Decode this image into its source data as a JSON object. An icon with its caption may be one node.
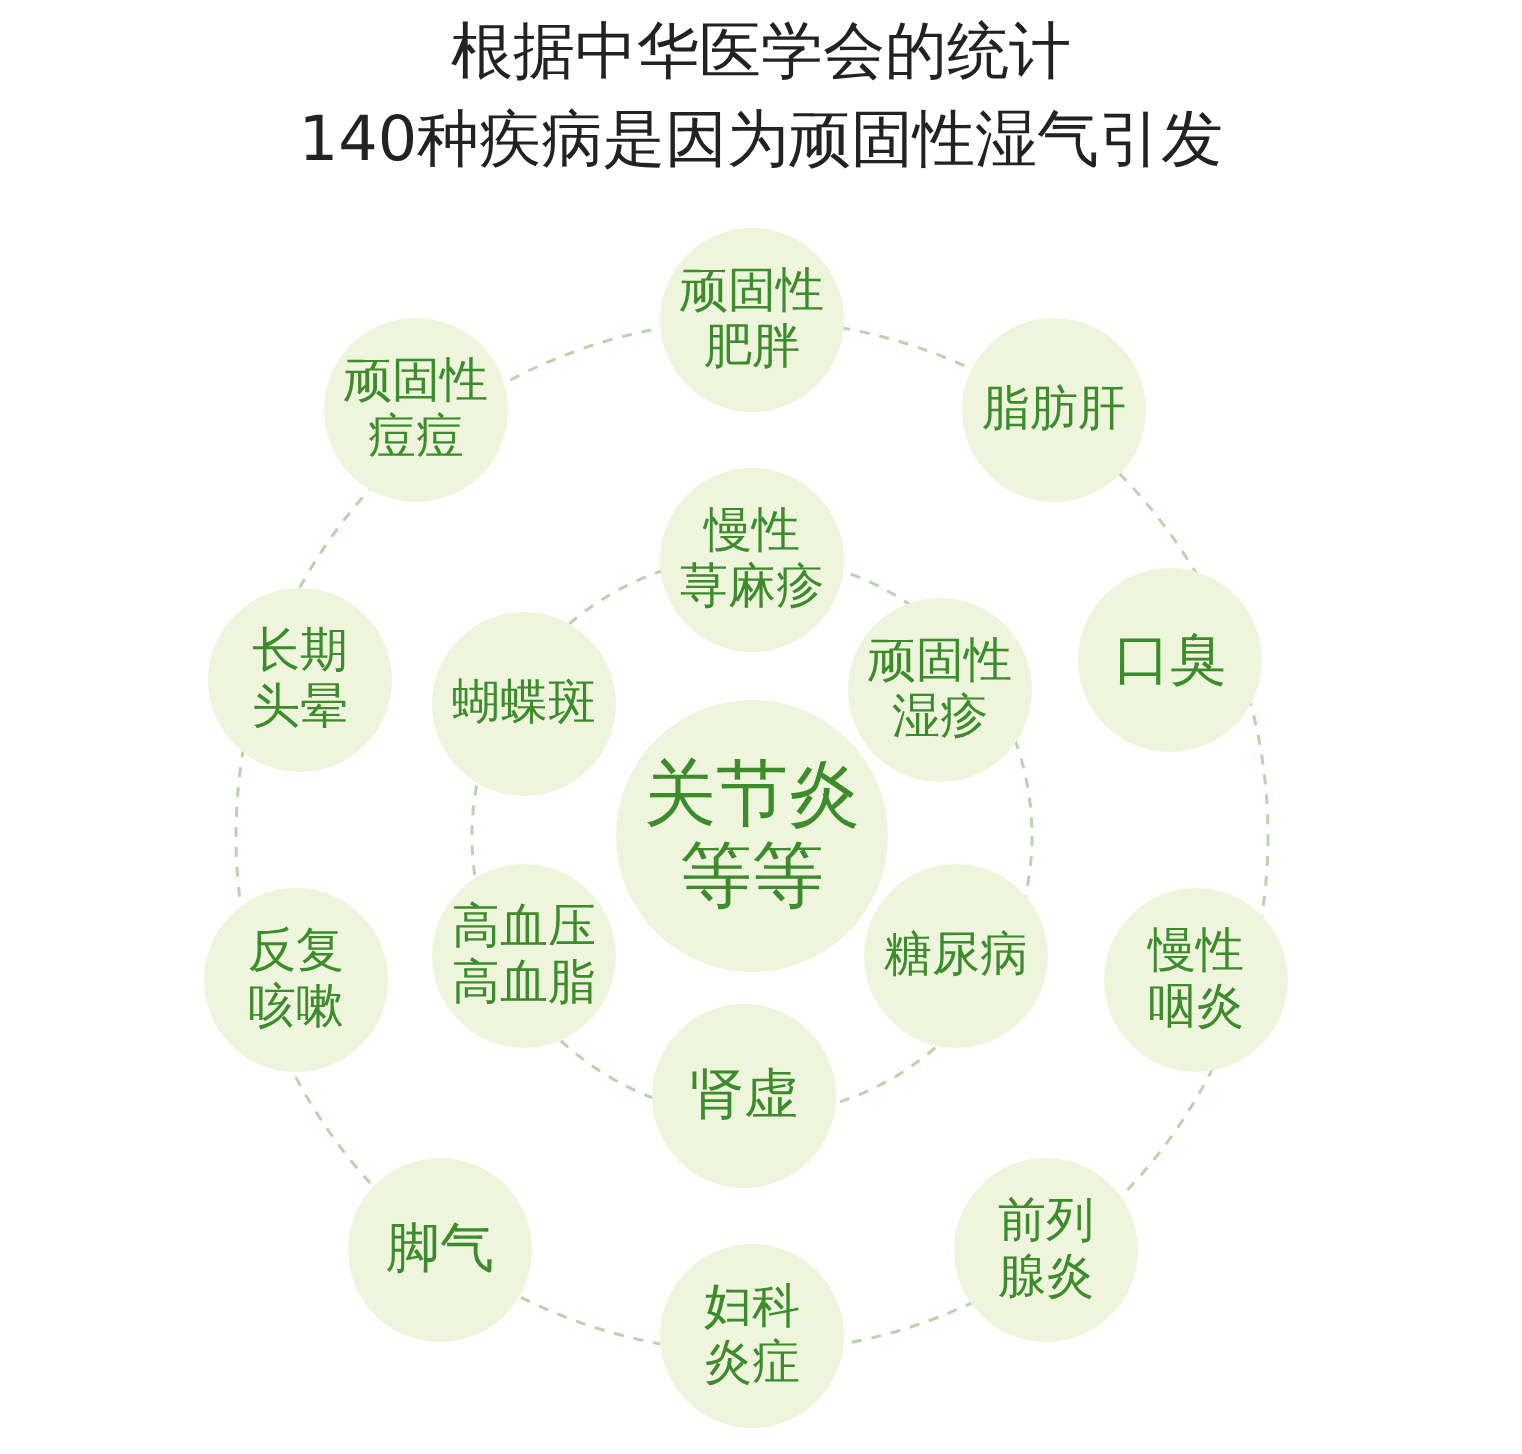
{
  "diagram": {
    "title": "根据中华医学会的统计140种疾病是因为顽固性湿气引发",
    "nodes": [
      {
        "text": [
          "顽固性肥胖"
        ]
      },
      {
        "text": [
          "顽固性痘痘"
        ]
      },
      {
        "text": [
          "脂肪肝"
        ]
      },
      {
        "text": [
          "慢性荨麻疹"
        ]
      },
      {
        "text": [
          "口臭"
        ]
      },
      {
        "text": [
          "长期头晕"
        ]
      },
      {
        "text": [
          "蝴蝶斑"
        ]
      },
      {
        "text": [
          "顽固性湿疹"
        ]
      },
      {
        "text": [
          "关节炎等等"
        ]
      },
      {
        "text": [
          "高血压高血脂"
        ]
      },
      {
        "text": [
          "糖尿病"
        ]
      },
      {
        "text": [
          "慢性咽炎"
        ]
      },
      {
        "text": [
          "反复咳嗽"
        ]
      },
      {
        "text": [
          "肾虚"
        ]
      },
      {
        "text": [
          "前列腺炎"
        ]
      },
      {
        "text": [
          "脚气"
        ]
      },
      {
        "text": [
          "妇科炎症"
        ]
      }
    ],
    "edges": []
  }
}
